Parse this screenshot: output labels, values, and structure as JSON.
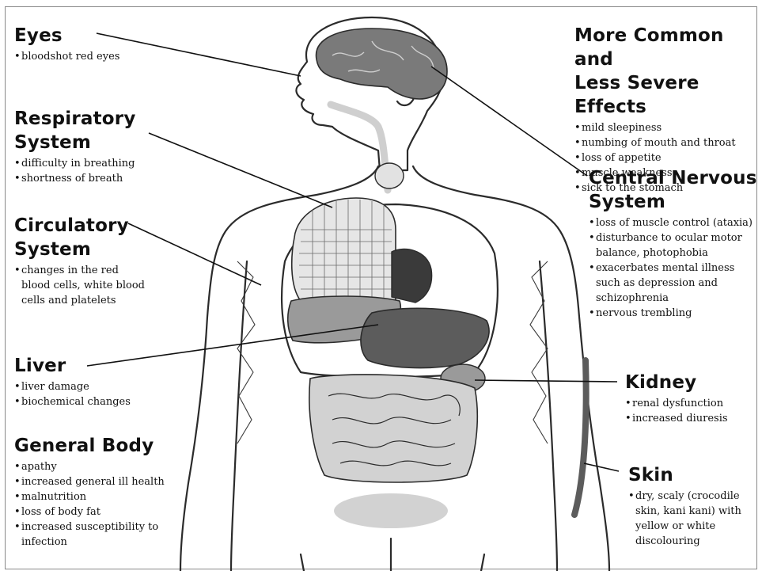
{
  "sections": {
    "eyes": {
      "title": "Eyes",
      "items": [
        "bloodshot red eyes"
      ]
    },
    "respiratory": {
      "title_line1": "Respiratory",
      "title_line2": "System",
      "items": [
        "difficulty in breathing",
        "shortness of breath"
      ]
    },
    "circulatory": {
      "title_line1": "Circulatory",
      "title_line2": "System",
      "items": [
        "changes in the red blood cells, white blood cells and platelets"
      ]
    },
    "liver": {
      "title": "Liver",
      "items": [
        "liver damage",
        "biochemical changes"
      ]
    },
    "general": {
      "title": "General Body",
      "items": [
        "apathy",
        "increased general ill health",
        "malnutrition",
        "loss of body fat",
        "increased susceptibility to infection"
      ]
    },
    "common": {
      "title_line1": "More Common and",
      "title_line2": "Less Severe Effects",
      "items": [
        "mild sleepiness",
        "numbing of mouth and throat",
        "loss of appetite",
        "muscle weakness",
        "sick to the stomach"
      ]
    },
    "cns": {
      "title_line1": "Central Nervous",
      "title_line2": "System",
      "items": [
        "loss of muscle control (ataxia)",
        "disturbance to ocular motor balance, photophobia",
        "exacerbates mental illness such as depression and schizophrenia",
        "nervous trembling"
      ]
    },
    "kidney": {
      "title": "Kidney",
      "items": [
        "renal dysfunction",
        "increased diuresis"
      ]
    },
    "skin": {
      "title": "Skin",
      "items": [
        "dry, scaly (crocodile skin, kani kani) with yellow or white discolouring"
      ]
    }
  },
  "colors": {
    "outline": "#2b2b2b",
    "organ_light": "#d2d2d2",
    "organ_mid": "#9a9a9a",
    "organ_dark": "#5c5c5c",
    "organ_darkest": "#3a3a3a",
    "brain": "#7a7a7a"
  }
}
